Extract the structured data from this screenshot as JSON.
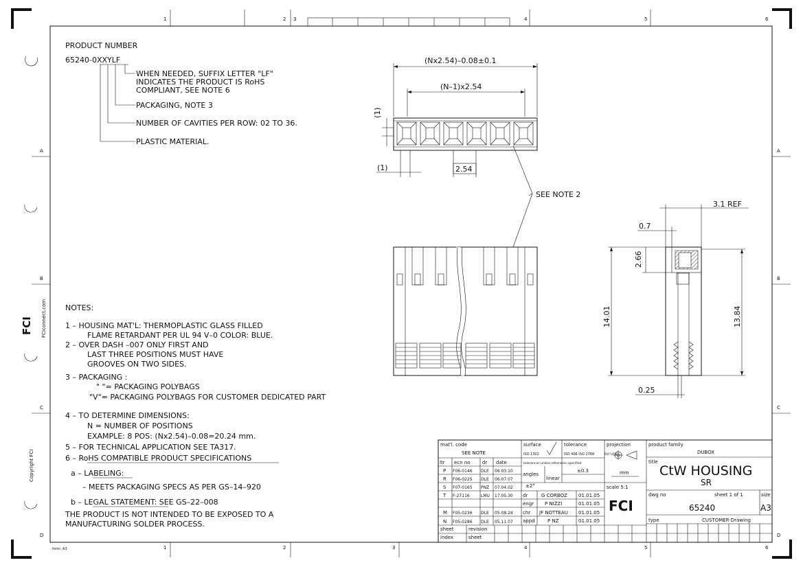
{
  "frame": {
    "col_numbers": [
      "1",
      "2",
      "3",
      "4",
      "5",
      "6"
    ],
    "row_letters": [
      "A",
      "B",
      "C",
      "D"
    ],
    "form_label": "form: A3",
    "side_website": "FCIconnect.com",
    "side_copyright": "Copyright FCI"
  },
  "product": {
    "heading": "PRODUCT NUMBER",
    "number": "65240-0XXYLF",
    "callouts": [
      [
        "WHEN NEEDED, SUFFIX LETTER \"LF\"",
        "INDICATES THE PRODUCT IS RoHS",
        "COMPLIANT, SEE NOTE 6"
      ],
      [
        "PACKAGING, NOTE 3"
      ],
      [
        "NUMBER OF CAVITIES PER ROW: 02 TO 36."
      ],
      [
        "PLASTIC MATERIAL."
      ]
    ]
  },
  "notes": {
    "heading": "NOTES:",
    "lines": [
      "1 – HOUSING MAT'L: THERMOPLASTIC GLASS FILLED",
      "FLAME RETARDANT PER UL 94 V–0 COLOR: BLUE.",
      "2 – OVER DASH –007 ONLY FIRST AND",
      "LAST THREE POSITIONS MUST HAVE",
      "GROOVES ON TWO SIDES.",
      "3 – PACKAGING :",
      "\"     \"=    PACKAGING POLYBAGS",
      "\"V\"=    PACKAGING POLYBAGS FOR CUSTOMER DEDICATED PART",
      "4 – TO DETERMINE DIMENSIONS:",
      "N = NUMBER OF POSITIONS",
      "EXAMPLE: 8 POS: (Nx2.54)–0.08=20.24 mm.",
      "5 – FOR TECHNICAL APPLICATION SEE TA317.",
      "6 – RoHS COMPATIBLE PRODUCT SPECIFICATIONS",
      "a – LABELING:",
      "– MEETS PACKAGING SPECS AS PER GS–14–920",
      "b – LEGAL STATEMENT: SEE GS–22–008",
      "THE PRODUCT IS NOT INTENDED TO BE EXPOSED TO A",
      "MANUFACTURING SOLDER PROCESS."
    ]
  },
  "dims": {
    "overall": "(Nx2.54)–0.08±0.1",
    "pitch_total": "(N–1)x2.54",
    "height_small": "(1)",
    "edge_small": "(1)",
    "pitch": "2.54",
    "see_note": "SEE NOTE 2",
    "ref": "3.1 REF",
    "d07": "0.7",
    "d266": "2.66",
    "d1401": "14.01",
    "d1384": "13.84",
    "d025": "0.25"
  },
  "title_block": {
    "matl_code_label": "mat'l. code",
    "matl_code_value": "SEE NOTE",
    "surface_label": "surface",
    "surface_value": "ISO 1302",
    "tolerance_label": "tolerance",
    "tolerance_value": "ISO 406   ISO 2768",
    "projection_label": "projection",
    "projection_value": "ISO 5456",
    "family_label": "product family",
    "family_value": "DUBOX",
    "title_label": "title",
    "title_value": "CtW HOUSING",
    "subtitle_value": "SR",
    "tol_note": "tolerances unless otherwise specified",
    "tol_pm": "±0.3",
    "angles": "angles",
    "angles_val": "±2°",
    "linear": "linear",
    "unit": "mm",
    "scale": "scale  5:1",
    "dwg_no_label": "dwg no",
    "sheet_label": "sheet 1 of 1",
    "dwg_no": "65240",
    "size_label": "size",
    "size": "A3",
    "type_label": "type",
    "type_value": "CUSTOMER Drawing",
    "rev_headers": [
      "ltr",
      "ecn no",
      "dr",
      "date"
    ],
    "revisions": [
      [
        "P",
        "F06-0146",
        "DLE",
        "06.03.10"
      ],
      [
        "R",
        "F06-0225",
        "DLE",
        "06.07.07"
      ],
      [
        "S",
        "F07-0165",
        "PNZ",
        "07.04.02"
      ],
      [
        "T",
        "F-27116",
        "LMU",
        "17.05.30"
      ],
      [
        "",
        "",
        "",
        ""
      ],
      [
        "M",
        "F05-0236",
        "DLE",
        "05.08.24"
      ],
      [
        "N",
        "F05-0286",
        "DLE",
        "05.11.07"
      ]
    ],
    "approvals": [
      [
        "dr",
        "G CORBOZ",
        "01.01.05"
      ],
      [
        "engr",
        "P NIZZI",
        "01.01.05"
      ],
      [
        "chr",
        "JF NOTTEAU",
        "01.01.05"
      ],
      [
        "appd",
        "P NZ",
        "01.01.05"
      ]
    ],
    "sheet_index": [
      "sheet",
      "index"
    ],
    "revision_sheet": [
      "revision",
      "sheet"
    ],
    "logo": "FCI"
  }
}
